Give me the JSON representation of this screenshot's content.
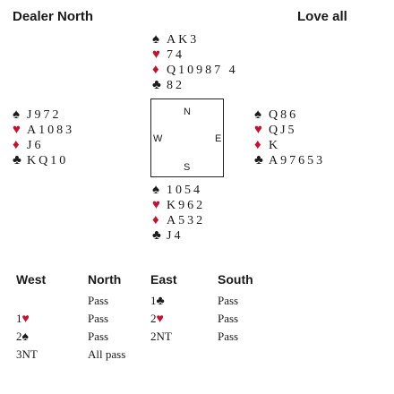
{
  "header": {
    "dealer": "Dealer North",
    "vulnerability": "Love all"
  },
  "suits": {
    "spades": "♠",
    "hearts": "♥",
    "diamonds": "♦",
    "clubs": "♣"
  },
  "colors": {
    "red": "#c8102e",
    "black": "#1a1a1a"
  },
  "hands": {
    "north": {
      "spades": "AK3",
      "hearts": "74",
      "diamonds": "Q10987 4",
      "clubs": "82"
    },
    "west": {
      "spades": "J972",
      "hearts": "A1083",
      "diamonds": "J6",
      "clubs": "KQ10"
    },
    "east": {
      "spades": "Q86",
      "hearts": "QJ5",
      "diamonds": "K",
      "clubs": "A97653"
    },
    "south": {
      "spades": "1054",
      "hearts": "K962",
      "diamonds": "A532",
      "clubs": "J4"
    }
  },
  "compass": {
    "n": "N",
    "s": "S",
    "e": "E",
    "w": "W"
  },
  "auction": {
    "headers": [
      "West",
      "North",
      "East",
      "South"
    ],
    "rows": [
      [
        "",
        "Pass",
        "1♣",
        "Pass"
      ],
      [
        "1♥",
        "Pass",
        "2♥",
        "Pass"
      ],
      [
        "2♠",
        "Pass",
        "2NT",
        "Pass"
      ],
      [
        "3NT",
        "All pass",
        "",
        ""
      ]
    ]
  }
}
